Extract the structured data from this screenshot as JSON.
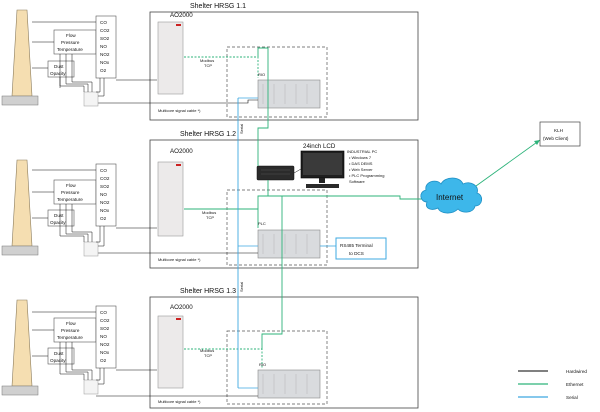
{
  "shelters": [
    {
      "title": "Shelter HRSG 1.1",
      "analyzer": "AO2000",
      "modbus": [
        "Modbus",
        "TCP"
      ],
      "controller": "RIO",
      "cable": "Multicore signal cable *)"
    },
    {
      "title": "Shelter HRSG 1.2",
      "analyzer": "AO2000",
      "modbus": [
        "Modbus",
        "TCP"
      ],
      "controller": "PLC",
      "cable": "Multicore signal cable *)",
      "rs485": [
        "RS485 Terminal",
        "to DCS"
      ]
    },
    {
      "title": "Shelter HRSG 1.3",
      "analyzer": "AO2000",
      "modbus": [
        "Modbus",
        "TCP"
      ],
      "controller": "RIO",
      "cable": "Multicore signal cable *)"
    }
  ],
  "stack_inputs": {
    "flow": [
      "Flow",
      "Pressure",
      "Temperature"
    ],
    "dust": [
      "Dust",
      "Opacity"
    ],
    "gases": [
      "CO",
      "CO2",
      "SO2",
      "NO",
      "NO2",
      "NOx",
      "O2"
    ]
  },
  "serial_labels": [
    "Serial",
    "Serial"
  ],
  "lcd_label": "24inch LCD",
  "pc_spec": [
    "INDUSTRIAL PC",
    "• Windows 7",
    "• DAS DEMS",
    "• Web Server",
    "• PLC Programming",
    "  Software"
  ],
  "internet_label": "Internet",
  "web_client": [
    "KLH",
    "(Web Client)"
  ],
  "legend": [
    {
      "label": "Hardwired",
      "color": "#000000"
    },
    {
      "label": "Ethernet",
      "color": "#2db37a"
    },
    {
      "label": "Serial",
      "color": "#3ea8e0"
    }
  ],
  "colors": {
    "ethernet": "#2db37a",
    "serial": "#3ea8e0",
    "cloud": "#3db7ea"
  }
}
